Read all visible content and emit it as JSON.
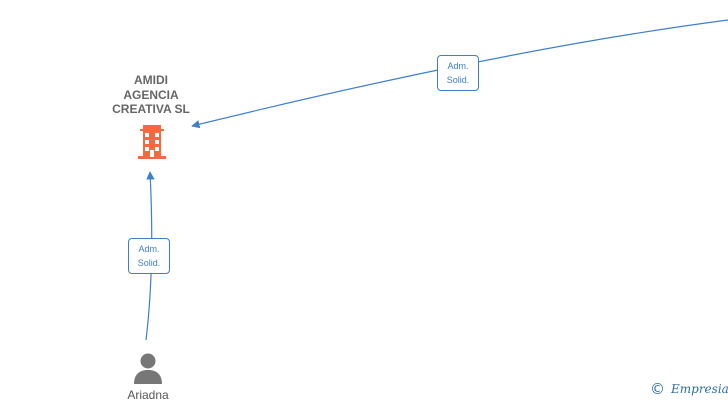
{
  "company": {
    "name": "AMIDI\nAGENCIA\nCREATIVA  SL",
    "icon": "building-icon",
    "icon_color": "#f26a3d"
  },
  "person": {
    "name": "Ariadna",
    "icon": "person-icon",
    "icon_color": "#777777"
  },
  "edges": [
    {
      "from": "offscreen-top-right",
      "to": "company",
      "label": "Adm.\nSolid."
    },
    {
      "from": "person",
      "to": "company",
      "label": "Adm.\nSolid."
    }
  ],
  "edge_color": "#3d7fcc",
  "watermark": {
    "symbol": "©",
    "brand": "Empresia"
  }
}
